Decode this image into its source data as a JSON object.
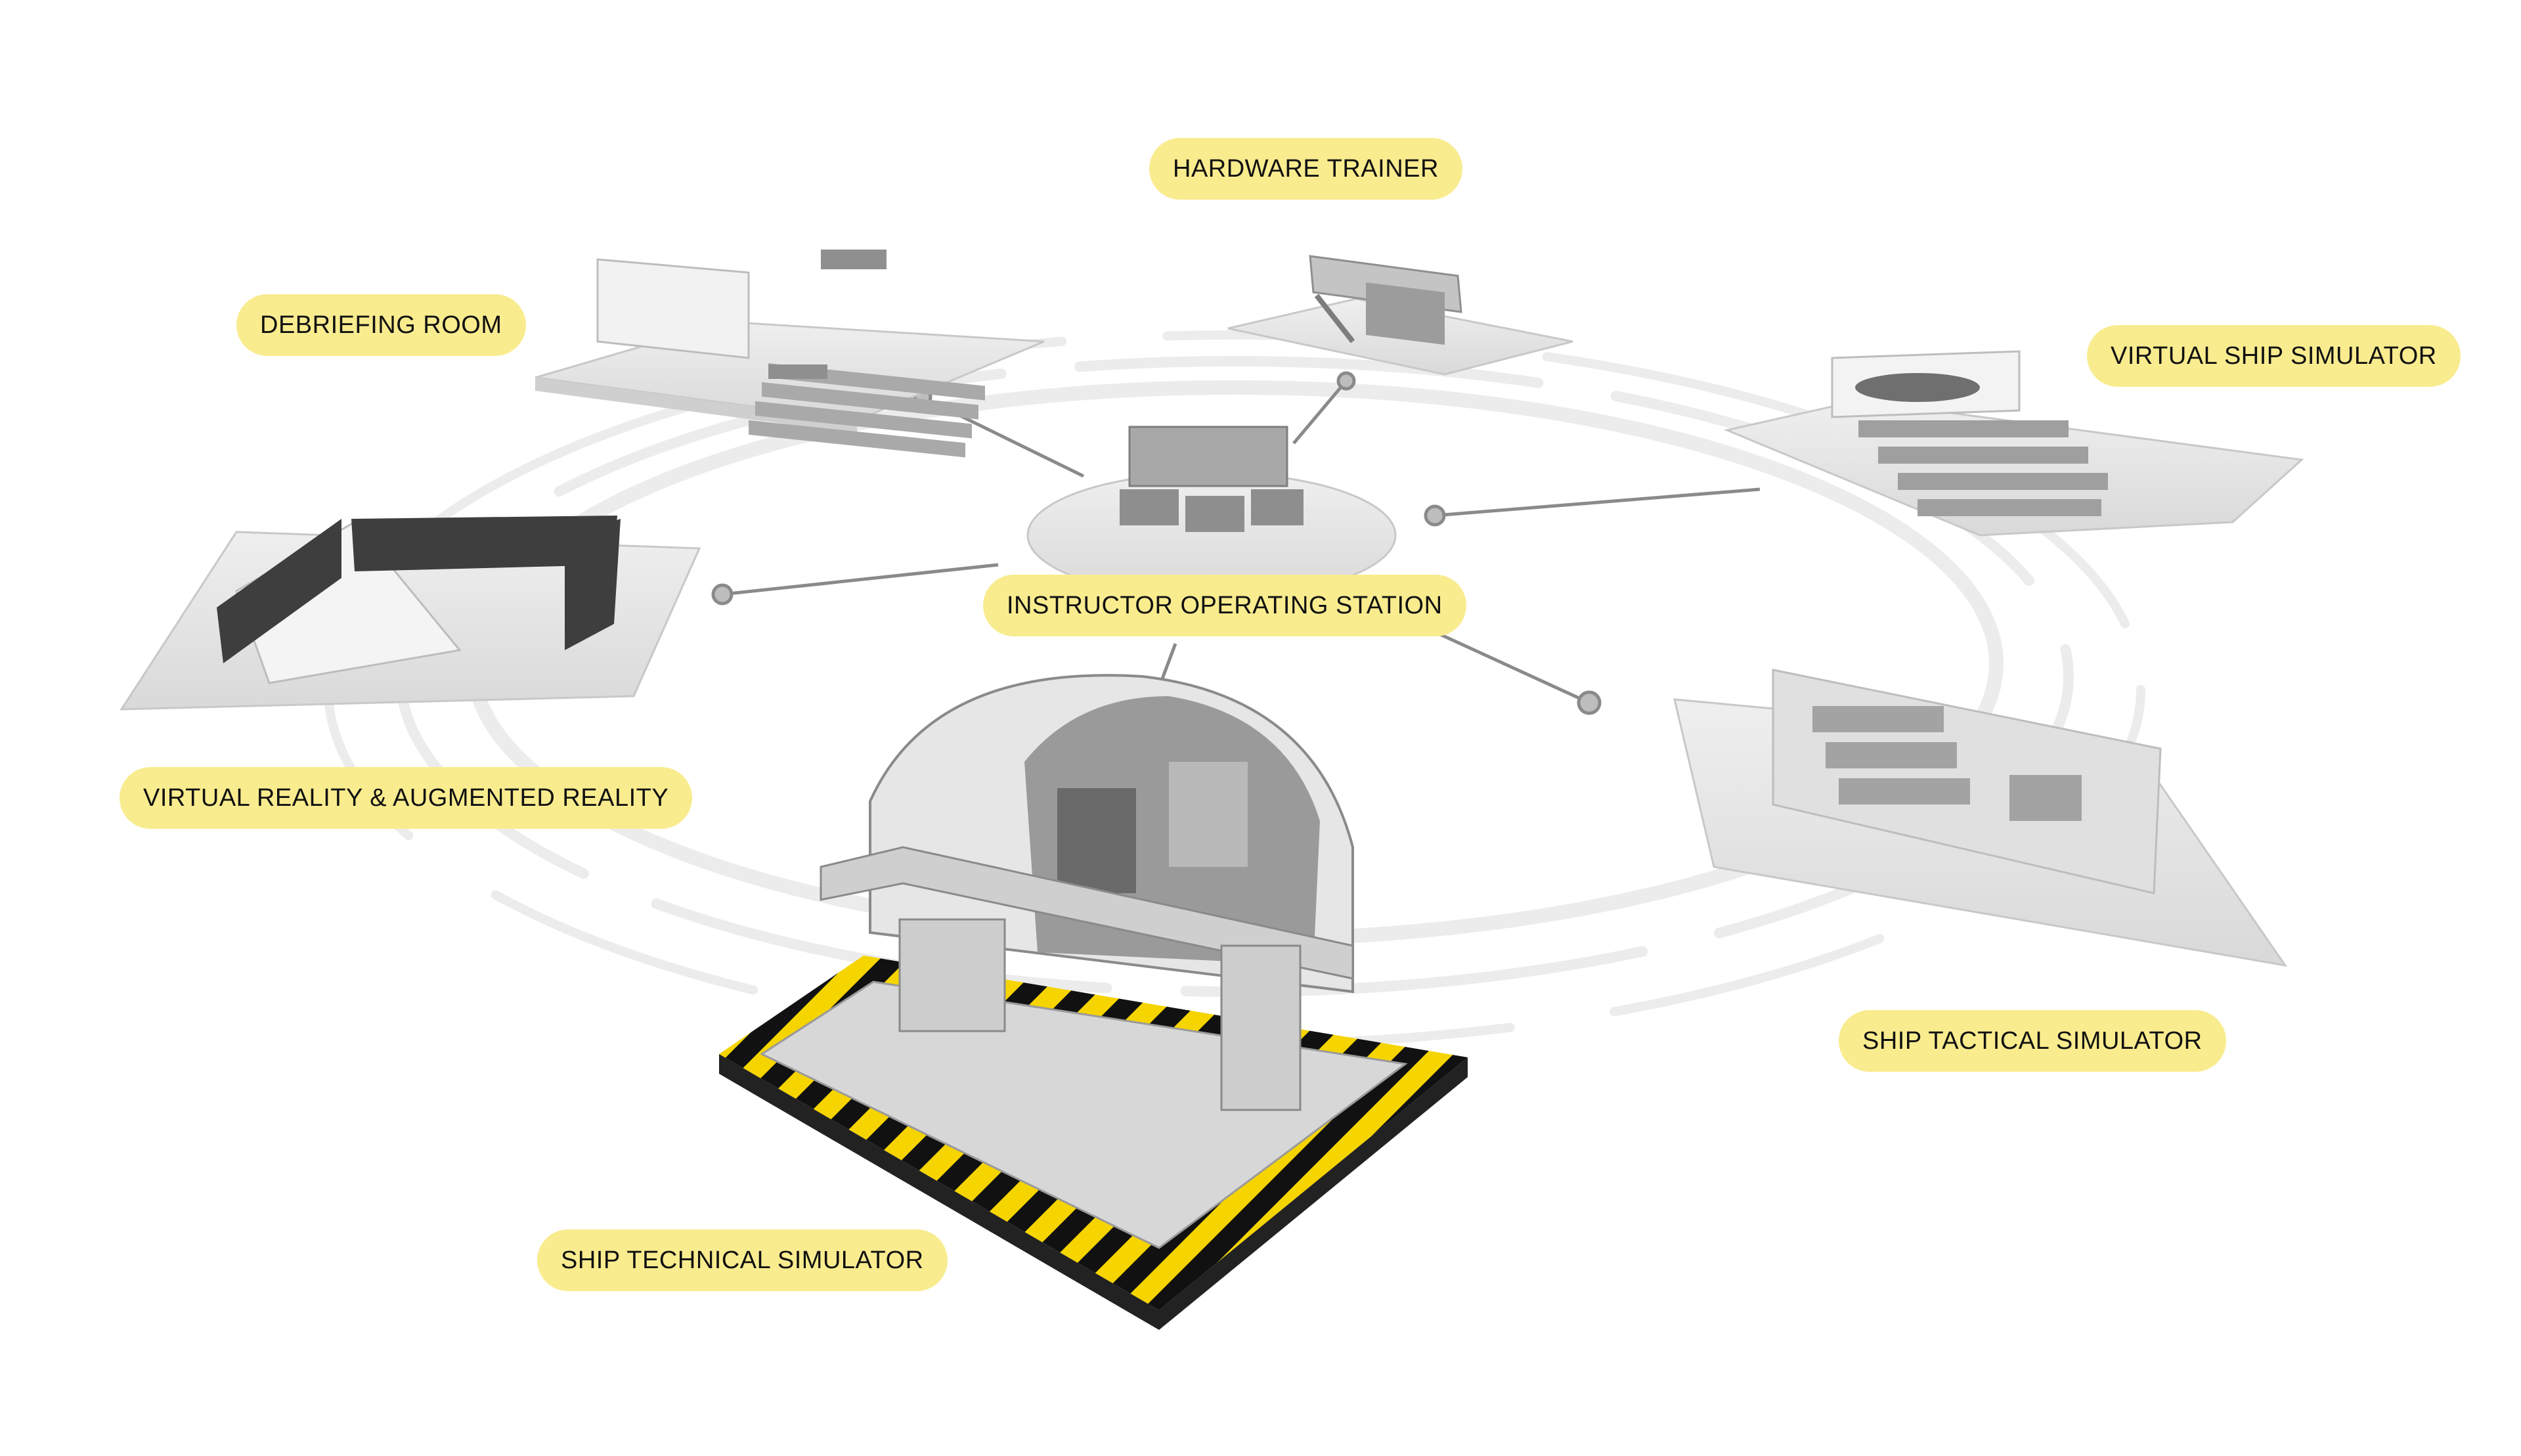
{
  "colors": {
    "label_bg": "#f9ec8f",
    "platform": "#e4e4e4",
    "equipment": "#bdbdbd",
    "hazard_yellow": "#f5d400",
    "hazard_black": "#111111"
  },
  "labels": {
    "hardware_trainer": "HARDWARE TRAINER",
    "debriefing_room": "DEBRIEFING ROOM",
    "virtual_ship_simulator": "VIRTUAL SHIP SIMULATOR",
    "instructor_operating_station": "INSTRUCTOR OPERATING STATION",
    "vr_ar": "VIRTUAL REALITY & AUGMENTED REALITY",
    "ship_tactical_simulator": "SHIP TACTICAL SIMULATOR",
    "ship_technical_simulator": "SHIP TECHNICAL SIMULATOR"
  }
}
